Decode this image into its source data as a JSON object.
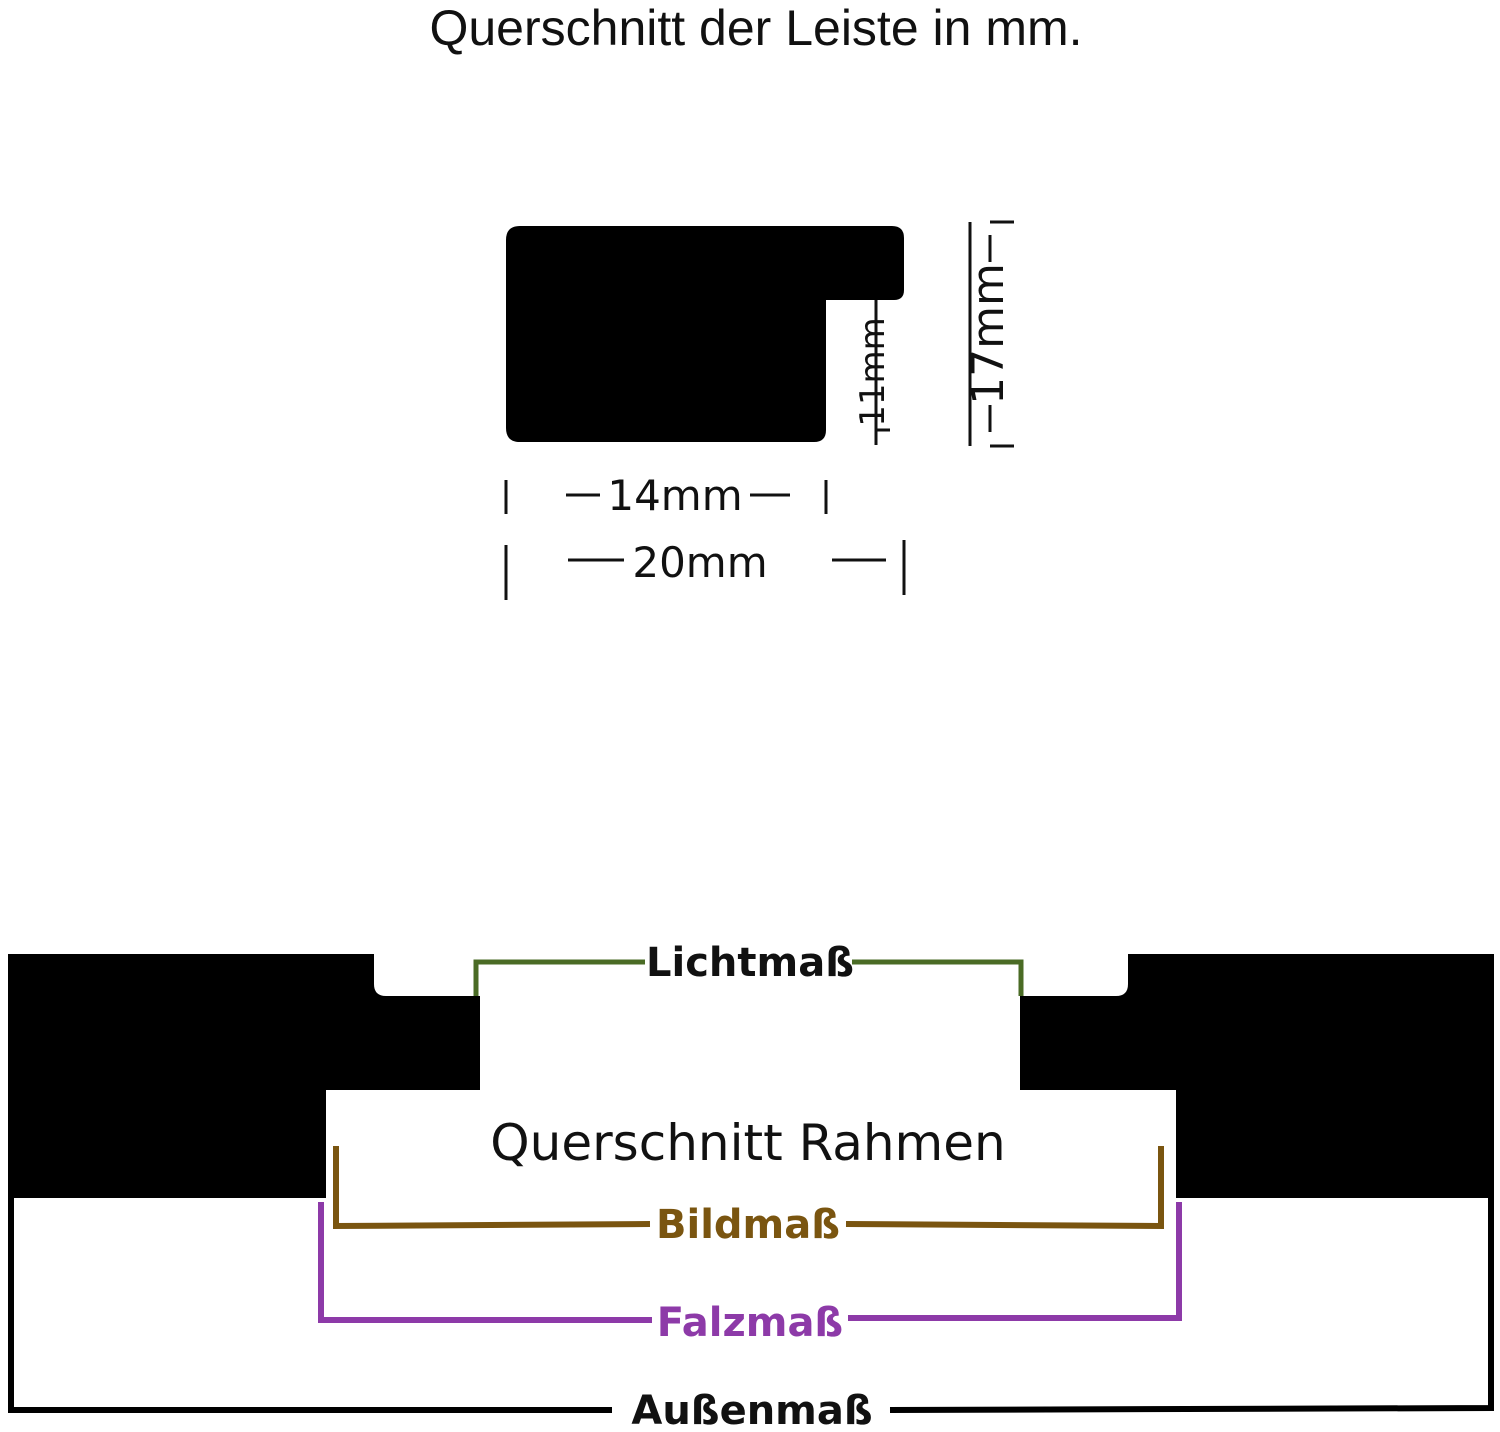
{
  "profile": {
    "title": "Querschnitt der Leiste in mm.",
    "width_inner": "14mm",
    "width_total": "20mm",
    "height_rebate": "11mm",
    "height_total": "17mm"
  },
  "frame": {
    "title": "Querschnitt Rahmen",
    "measures": {
      "lichtmass": "Lichtmaß",
      "bildmass": "Bildmaß",
      "falzmass": "Falzmaß",
      "aussenmass": "Außenmaß"
    }
  },
  "colors": {
    "profile": "#000000",
    "lichtmass": "#4a6b25",
    "bildmass": "#7a5510",
    "falzmass": "#8d3aa8",
    "aussenmass": "#000000"
  }
}
